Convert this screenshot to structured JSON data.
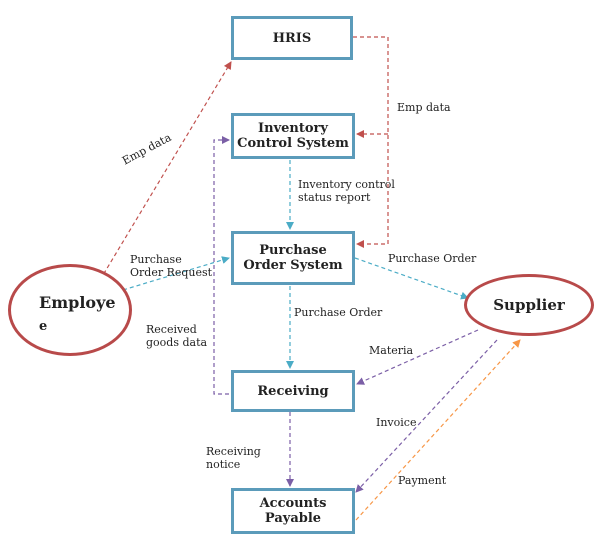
{
  "nodes": {
    "hris": "HRIS",
    "inventory": [
      "Inventory",
      "Control System"
    ],
    "purchase": [
      "Purchase",
      "Order System"
    ],
    "receiving": "Receiving",
    "accounts": [
      "Accounts",
      "Payable"
    ],
    "employee": [
      "Employe",
      "e"
    ],
    "supplier": "Supplier"
  },
  "labels": {
    "emp_data_left": "Emp data",
    "emp_data_right": "Emp data",
    "inv_status": [
      "Inventory control",
      "status report"
    ],
    "purchase_request": [
      "Purchase",
      "Order Request"
    ],
    "purchase_order_right": "Purchase Order",
    "purchase_order_down": "Purchase Order",
    "received_goods": [
      "Received",
      "goods data"
    ],
    "material": "Materia",
    "invoice": "Invoice",
    "receiving_notice": [
      "Receiving",
      "notice"
    ],
    "payment": "Payment"
  },
  "colors": {
    "box_border": "#5b9bba",
    "ellipse_border": "#b84a4a",
    "red_arrow": "#c0504d",
    "blue_arrow": "#4bacc6",
    "purple_arrow": "#7b5fa6",
    "orange_arrow": "#f79646"
  }
}
